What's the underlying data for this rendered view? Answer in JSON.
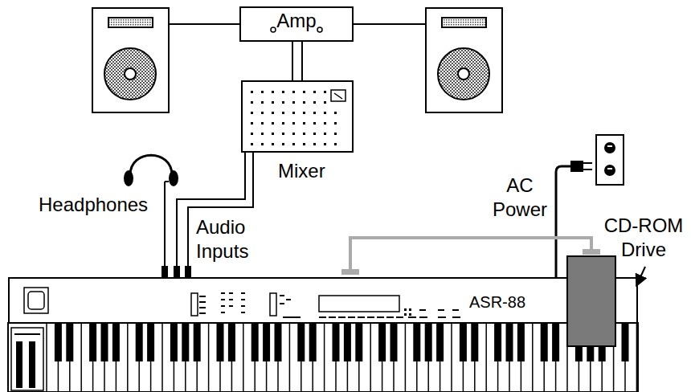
{
  "diagram": {
    "nodes": [
      {
        "text": [
          "Amp"
        ]
      },
      {
        "text": [
          "Mixer"
        ]
      },
      {
        "text": [
          "ASR-88"
        ]
      },
      {
        "text": [
          "CD-ROM Drive"
        ]
      }
    ],
    "edges": [
      {
        "from": 1,
        "to": 0,
        "arrow": "none"
      },
      {
        "from": 1,
        "to": 2,
        "label": "Audio Inputs",
        "arrow": "none"
      },
      {
        "from": 2,
        "to": 3,
        "arrow": "none"
      }
    ],
    "labels": [
      "Headphones",
      "AC Power"
    ]
  }
}
